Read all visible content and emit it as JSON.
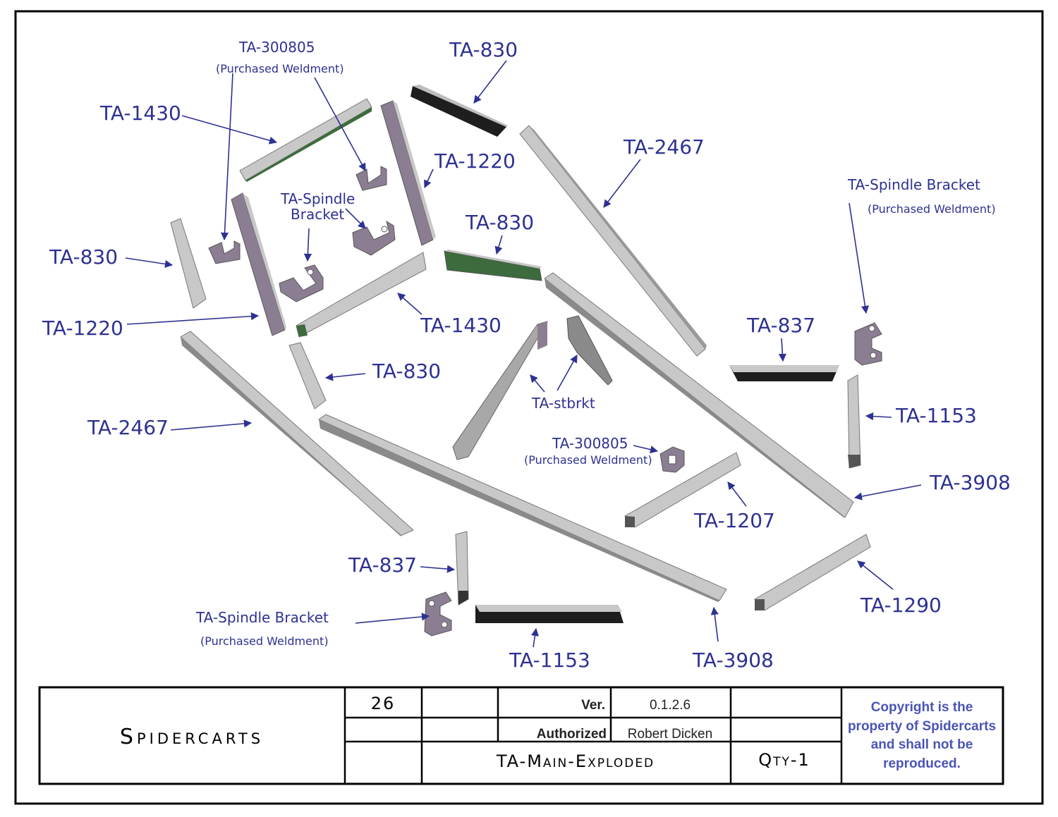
{
  "labels": {
    "ta_300805_top": "TA-300805",
    "purchased_weldment_top": "(Purchased Weldment)",
    "ta_830_top": "TA-830",
    "ta_1430_top": "TA-1430",
    "ta_1220_right": "TA-1220",
    "ta_2467_right": "TA-2467",
    "ta_spindle_bracket_left_1": "TA-Spindle",
    "ta_spindle_bracket_left_2": "Bracket",
    "ta_830_middle": "TA-830",
    "ta_spindle_bracket_right": "TA-Spindle Bracket",
    "purchased_weldment_right": "(Purchased Weldment)",
    "ta_830_left": "TA-830",
    "ta_1220_left": "TA-1220",
    "ta_1430_middle": "TA-1430",
    "ta_837_right": "TA-837",
    "ta_830_lower": "TA-830",
    "ta_stbrkt": "TA-stbrkt",
    "ta_1153_right": "TA-1153",
    "ta_2467_left": "TA-2467",
    "ta_300805_middle": "TA-300805",
    "purchased_weldment_middle": "(Purchased Weldment)",
    "ta_3908_right": "TA-3908",
    "ta_1207": "TA-1207",
    "ta_837_bottom": "TA-837",
    "ta_1290": "TA-1290",
    "ta_spindle_bracket_bottom": "TA-Spindle Bracket",
    "purchased_weldment_bottom": "(Purchased Weldment)",
    "ta_1153_bottom": "TA-1153",
    "ta_3908_bottom": "TA-3908"
  },
  "title_block": {
    "company": "Spidercarts",
    "sheet_number": "26",
    "ver_label": "Ver.",
    "ver_value": "0.1.2.6",
    "authorized_label": "Authorized",
    "authorized_value": "Robert Dicken",
    "drawing_name": "TA-Main-Exploded",
    "quantity": "Qty-1",
    "copyright_1": "Copyright is the",
    "copyright_2": "property of Spidercarts",
    "copyright_3": "and shall not be",
    "copyright_4": "reproduced."
  },
  "colors": {
    "callout": "#2e3192",
    "tube_light": "#c8c8c8",
    "tube_dark": "#8a8a8a",
    "tube_purple": "#8c7e92",
    "tube_green": "#3d6b3d",
    "tube_black": "#1e1e1e"
  }
}
